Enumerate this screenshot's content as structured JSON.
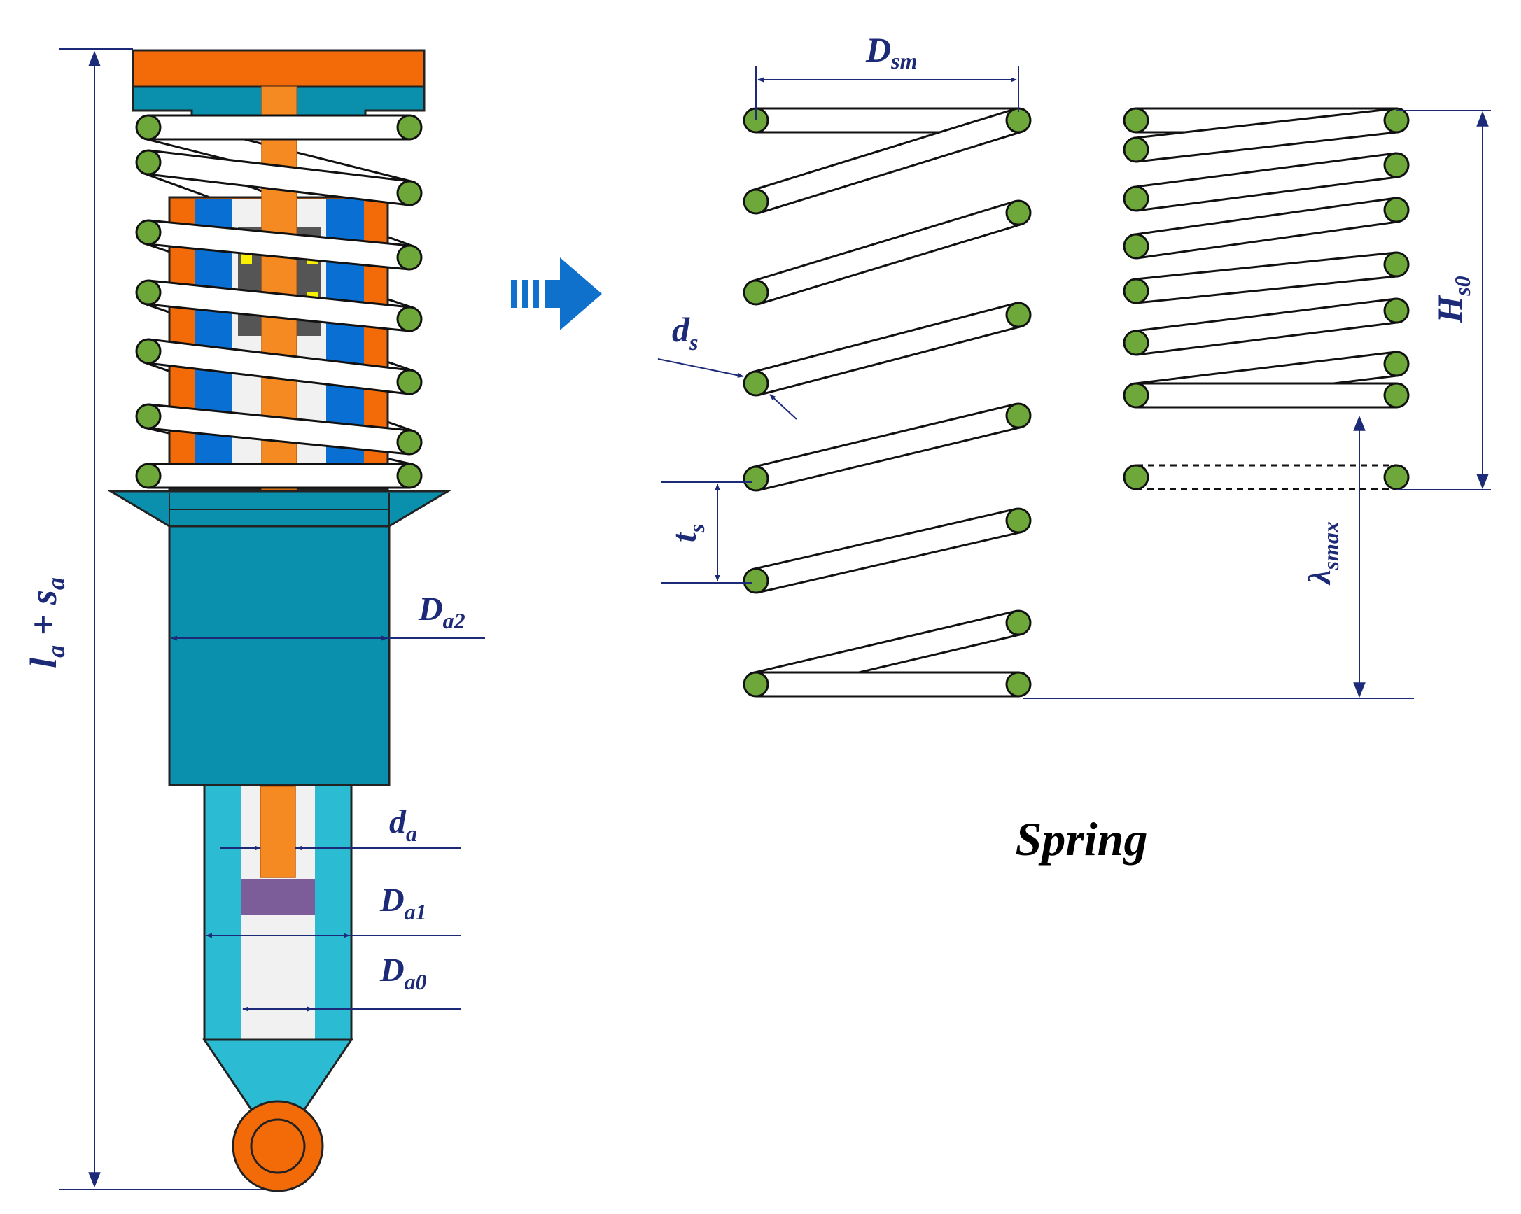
{
  "labels": {
    "total_length": {
      "main": "l",
      "sub1": "a",
      "op": " + s",
      "sub2": "a"
    },
    "outer_diameter": {
      "main": "D",
      "sub": "a2"
    },
    "rod_diameter": {
      "main": "d",
      "sub": "a"
    },
    "piston_diameter": {
      "main": "D",
      "sub": "a1"
    },
    "inner_diameter": {
      "main": "D",
      "sub": "a0"
    },
    "spring_mean_diameter": {
      "main": "D",
      "sub": "sm"
    },
    "wire_diameter": {
      "main": "d",
      "sub": "s"
    },
    "pitch": {
      "main": "t",
      "sub": "s"
    },
    "free_height": {
      "main": "H",
      "sub": "s0"
    },
    "max_deflection": {
      "main": "λ",
      "sub": "smax"
    },
    "title": "Spring"
  },
  "colors": {
    "orange": "#f36b08",
    "teal": "#0a8fad",
    "light_teal": "#2bbcd3",
    "blue": "#0a6fd2",
    "coil_green": "#6fa83a",
    "dimension": "#1c2a78",
    "bushing_gray": "#555555",
    "seal_yellow": "#f8f000",
    "piston_purple": "#7d5c9a",
    "arrow_blue": "#1071cc"
  }
}
